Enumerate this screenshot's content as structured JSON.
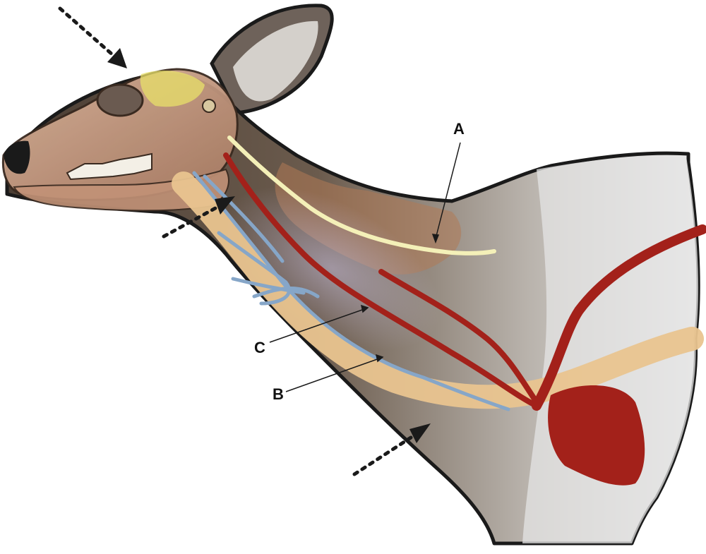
{
  "labels": {
    "a": "A",
    "b": "B",
    "c": "C"
  },
  "colors": {
    "outline": "#1a1a1a",
    "neck_dark": "#5e5044",
    "neck_mid": "#8a7a6a",
    "body_light": "#e2e2e2",
    "ear_inner": "#cfcac4",
    "skull": "#c9a48c",
    "muscle_patch": "#b07a55",
    "spinal_cord": "#f4f0b8",
    "artery": "#a3211a",
    "vein": "#86a6c8",
    "esophagus": "#e9c48f",
    "brain_highlight": "#e8e06a",
    "arrow": "#1a1a1a"
  },
  "icons": {
    "arrows": [
      "arrow-top",
      "arrow-mid-jaw",
      "arrow-bottom-chest"
    ]
  }
}
